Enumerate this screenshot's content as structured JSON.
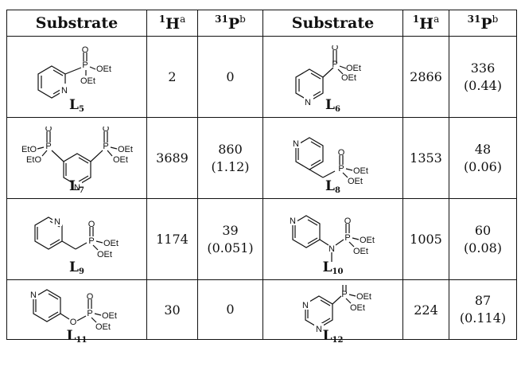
{
  "table": {
    "headers": {
      "substrate": "Substrate",
      "h_iso": "1",
      "h_el": "H",
      "h_note": "a",
      "p_iso": "31",
      "p_el": "P",
      "p_note": "b"
    },
    "rows": [
      {
        "left": {
          "label": "L",
          "sub": "5",
          "h": "2",
          "p": "0",
          "p_paren": ""
        },
        "right": {
          "label": "L",
          "sub": "6",
          "h": "2866",
          "p": "336",
          "p_paren": "(0.44)"
        }
      },
      {
        "left": {
          "label": "L",
          "sub": "7",
          "h": "3689",
          "p": "860",
          "p_paren": "(1.12)"
        },
        "right": {
          "label": "L",
          "sub": "8",
          "h": "1353",
          "p": "48",
          "p_paren": "(0.06)"
        }
      },
      {
        "left": {
          "label": "L",
          "sub": "9",
          "h": "1174",
          "p": "39",
          "p_paren": "(0.051)"
        },
        "right": {
          "label": "L",
          "sub": "10",
          "h": "1005",
          "p": "60",
          "p_paren": "(0.08)"
        }
      },
      {
        "left": {
          "label": "L",
          "sub": "11",
          "h": "30",
          "p": "0",
          "p_paren": ""
        },
        "right": {
          "label": "L",
          "sub": "12",
          "h": "224",
          "p": "87",
          "p_paren": "(0.114)"
        }
      }
    ]
  },
  "atoms": {
    "o": "O",
    "p": "P",
    "n": "N",
    "oet": "OEt",
    "eto": "EtO"
  }
}
